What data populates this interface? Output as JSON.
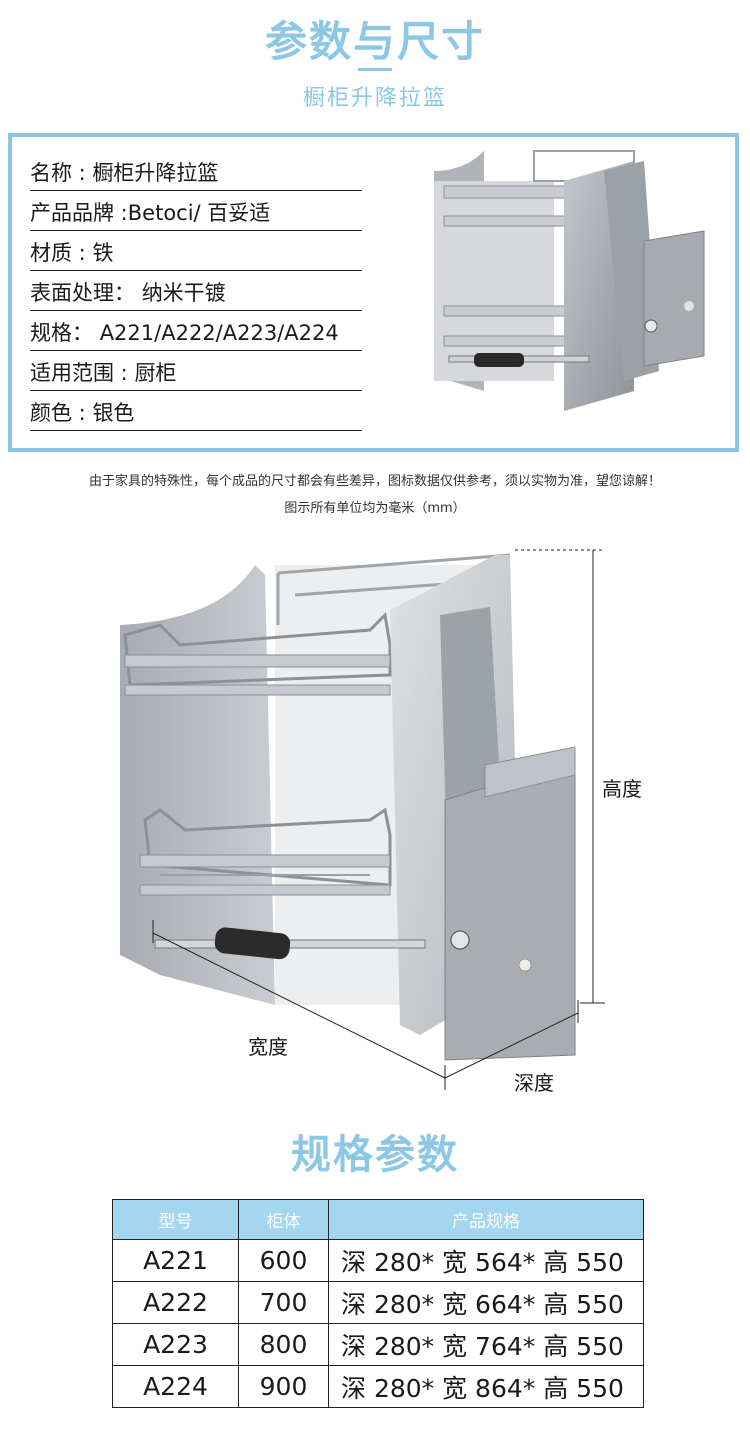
{
  "header": {
    "title": "参数与尺寸",
    "subtitle": "橱柜升降拉篮"
  },
  "info": {
    "rows": [
      {
        "label": "名称 : ",
        "value": "橱柜升降拉篮"
      },
      {
        "label": "产品品牌 :",
        "value": "Betoci/ 百妥适"
      },
      {
        "label": "材质 : ",
        "value": "铁"
      },
      {
        "label": "表面处理： ",
        "value": "纳米干镀"
      },
      {
        "label": "规格： ",
        "value": "A221/A222/A223/A224"
      },
      {
        "label": "适用范围 : ",
        "value": "厨柜"
      },
      {
        "label": "颜色 : ",
        "value": "银色"
      }
    ],
    "image_alt": "橱柜升降拉篮产品图"
  },
  "notes": {
    "line1": "由于家具的特殊性，每个成品的尺寸都会有些差异，图标数据仅供参考，须以实物为准，望您谅解！",
    "line2": "图示所有单位均为毫米（mm）"
  },
  "diagram": {
    "height_label": "高度",
    "width_label": "宽度",
    "depth_label": "深度"
  },
  "spec": {
    "title": "规格参数",
    "columns": [
      "型号",
      "柜体",
      "产品规格"
    ],
    "rows": [
      [
        "A221",
        "600",
        "深 280* 宽 564* 高 550"
      ],
      [
        "A222",
        "700",
        "深 280* 宽 664* 高 550"
      ],
      [
        "A223",
        "800",
        "深 280* 宽 764* 高 550"
      ],
      [
        "A224",
        "900",
        "深 280* 宽 864* 高 550"
      ]
    ]
  },
  "colors": {
    "accent": "#8cc8e6",
    "box_border": "#8cc4e4",
    "table_header": "#a4d6ef"
  }
}
